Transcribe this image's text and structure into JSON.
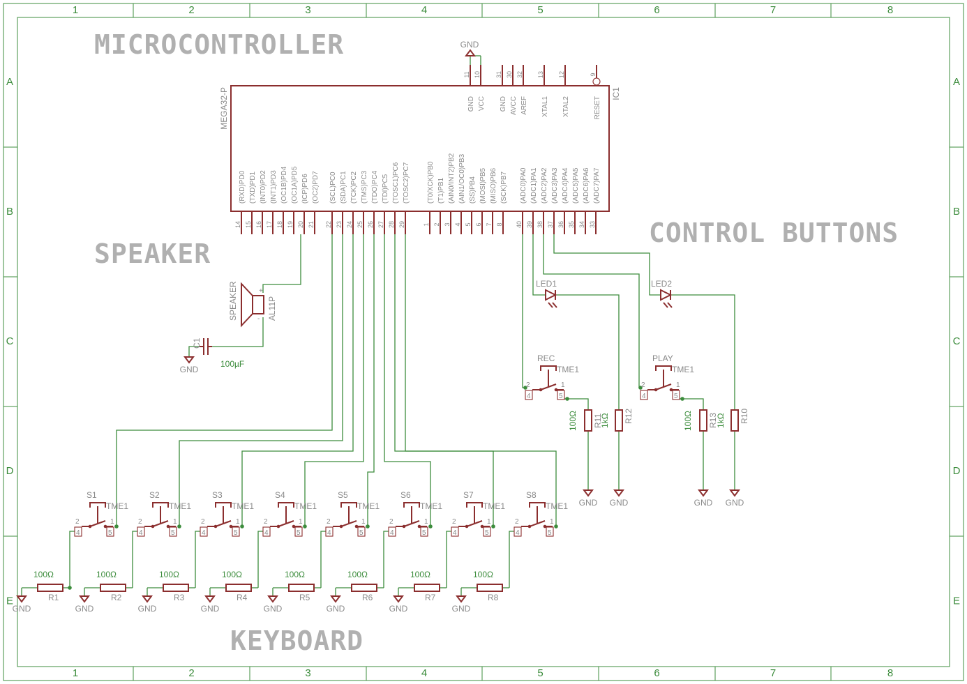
{
  "colors": {
    "frame": "#3c8c3c",
    "wire": "#3c8c3c",
    "part": "#8b2e2e",
    "text": "#8a8a8a",
    "title": "#b0b0b0"
  },
  "frame": {
    "columns": [
      "1",
      "2",
      "3",
      "4",
      "5",
      "6",
      "7",
      "8"
    ],
    "rows": [
      "A",
      "B",
      "C",
      "D",
      "E"
    ]
  },
  "titles": {
    "micro": "MICROCONTROLLER",
    "speaker": "SPEAKER",
    "control": "CONTROL BUTTONS",
    "keyboard": "KEYBOARD"
  },
  "ic": {
    "name": "IC1",
    "value": "MEGA32-P",
    "top_pins": [
      {
        "num": "11",
        "label": "GND"
      },
      {
        "num": "10",
        "label": "VCC"
      },
      {
        "num": "31",
        "label": "GND"
      },
      {
        "num": "30",
        "label": "AVCC"
      },
      {
        "num": "32",
        "label": "AREF"
      },
      {
        "num": "13",
        "label": "XTAL1"
      },
      {
        "num": "12",
        "label": "XTAL2"
      },
      {
        "num": "9",
        "label": "RESET"
      }
    ],
    "bottom_pins": [
      {
        "num": "14",
        "label": "(RXD)PD0"
      },
      {
        "num": "15",
        "label": "(TXD)PD1"
      },
      {
        "num": "16",
        "label": "(INT0)PD2"
      },
      {
        "num": "17",
        "label": "(INT1)PD3"
      },
      {
        "num": "18",
        "label": "(OC1B)PD4"
      },
      {
        "num": "19",
        "label": "(OC1A)PD5"
      },
      {
        "num": "20",
        "label": "(ICP)PD6"
      },
      {
        "num": "21",
        "label": "(OC2)PD7"
      },
      {
        "num": "22",
        "label": "(SCL)PC0"
      },
      {
        "num": "23",
        "label": "(SDA)PC1"
      },
      {
        "num": "24",
        "label": "(TCK)PC2"
      },
      {
        "num": "25",
        "label": "(TMS)PC3"
      },
      {
        "num": "26",
        "label": "(TDO)PC4"
      },
      {
        "num": "27",
        "label": "(TDI)PC5"
      },
      {
        "num": "28",
        "label": "(TOSC1)PC6"
      },
      {
        "num": "29",
        "label": "(TOSC2)PC7"
      },
      {
        "num": "1",
        "label": "(T0/XCK)PB0"
      },
      {
        "num": "2",
        "label": "(T1)PB1"
      },
      {
        "num": "3",
        "label": "(AIN0/INT2)PB2"
      },
      {
        "num": "4",
        "label": "(AIN1/OC0)PB3"
      },
      {
        "num": "5",
        "label": "(SS)PB4"
      },
      {
        "num": "6",
        "label": "(MOSI)PB5"
      },
      {
        "num": "7",
        "label": "(MISO)PB6"
      },
      {
        "num": "8",
        "label": "(SCK)PB7"
      },
      {
        "num": "40",
        "label": "(ADC0)PA0"
      },
      {
        "num": "39",
        "label": "(ADC1)PA1"
      },
      {
        "num": "38",
        "label": "(ADC2)PA2"
      },
      {
        "num": "37",
        "label": "(ADC3)PA3"
      },
      {
        "num": "36",
        "label": "(ADC4)PA4"
      },
      {
        "num": "35",
        "label": "(ADC5)PA5"
      },
      {
        "num": "34",
        "label": "(ADC6)PA6"
      },
      {
        "num": "33",
        "label": "(ADC7)PA7"
      }
    ]
  },
  "gnd_label": "GND",
  "speaker": {
    "name": "SPEAKER",
    "value": "AL11P",
    "plus": "+",
    "minus": "-"
  },
  "cap": {
    "name": "C1",
    "value": "100µF"
  },
  "switch_type": "TME1",
  "switch_pins": {
    "p1": "1",
    "p2": "2",
    "p4": "4",
    "p5": "5"
  },
  "keys": [
    {
      "sw": "S1",
      "res": "R1",
      "val": "100Ω"
    },
    {
      "sw": "S2",
      "res": "R2",
      "val": "100Ω"
    },
    {
      "sw": "S3",
      "res": "R3",
      "val": "100Ω"
    },
    {
      "sw": "S4",
      "res": "R4",
      "val": "100Ω"
    },
    {
      "sw": "S5",
      "res": "R5",
      "val": "100Ω"
    },
    {
      "sw": "S6",
      "res": "R6",
      "val": "100Ω"
    },
    {
      "sw": "S7",
      "res": "R7",
      "val": "100Ω"
    },
    {
      "sw": "S8",
      "res": "R8",
      "val": "100Ω"
    }
  ],
  "controls": [
    {
      "led": "LED1",
      "sw": "REC",
      "r_sw": "R11",
      "r_sw_val": "100Ω",
      "r_led": "R12",
      "r_led_val": "1kΩ"
    },
    {
      "led": "LED2",
      "sw": "PLAY",
      "r_sw": "R13",
      "r_sw_val": "100Ω",
      "r_led": "R10",
      "r_led_val": "1kΩ"
    }
  ]
}
